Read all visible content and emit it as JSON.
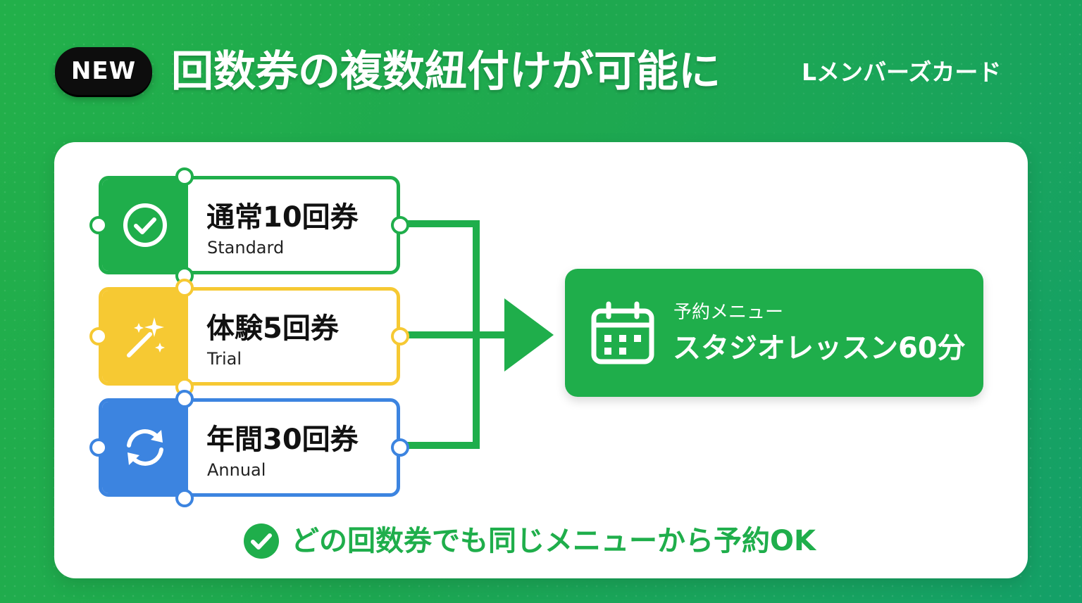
{
  "header": {
    "badge": "NEW",
    "title": "回数券の複数紐付けが可能に",
    "brand": "Lメンバーズカード"
  },
  "tickets": [
    {
      "name": "通常10回券",
      "sub": "Standard",
      "icon": "check-circle-icon",
      "color": "#1fae4b"
    },
    {
      "name": "体験5回券",
      "sub": "Trial",
      "icon": "magic-wand-icon",
      "color": "#f6c933"
    },
    {
      "name": "年間30回券",
      "sub": "Annual",
      "icon": "refresh-icon",
      "color": "#3c84e0"
    }
  ],
  "menu": {
    "label": "予約メニュー",
    "name": "スタジオレッスン60分",
    "icon": "calendar-icon",
    "color": "#1fae4b"
  },
  "footer": {
    "text": "どの回数券でも同じメニューから予約OK",
    "icon": "check-circle-icon"
  },
  "colors": {
    "accent": "#1fae4b",
    "trial": "#f6c933",
    "annual": "#3c84e0"
  }
}
